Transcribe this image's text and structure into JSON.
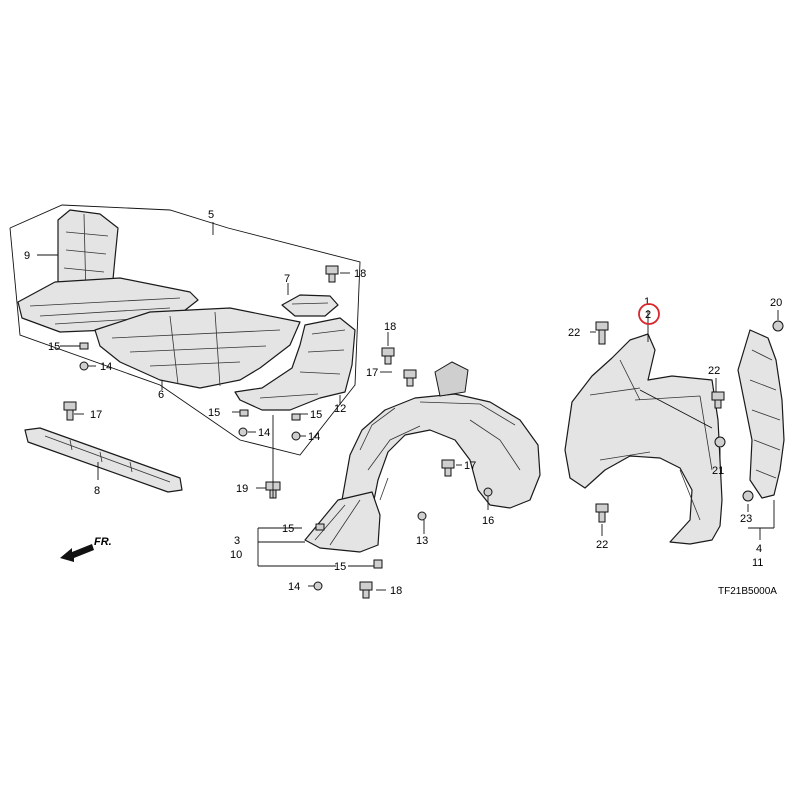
{
  "diagram": {
    "code": "TF21B5000A",
    "direction_label": "FR.",
    "highlight_color": "#d9262c",
    "callouts": {
      "c1": "1",
      "c2": "2",
      "c3": "3",
      "c4": "4",
      "c5": "5",
      "c6": "6",
      "c7": "7",
      "c8": "8",
      "c9": "9",
      "c10": "10",
      "c11": "11",
      "c12": "12",
      "c13": "13",
      "c14": "14",
      "c15": "15",
      "c16": "16",
      "c17": "17",
      "c18": "18",
      "c19": "19",
      "c20": "20",
      "c21": "21",
      "c22": "22",
      "c23": "23"
    }
  }
}
